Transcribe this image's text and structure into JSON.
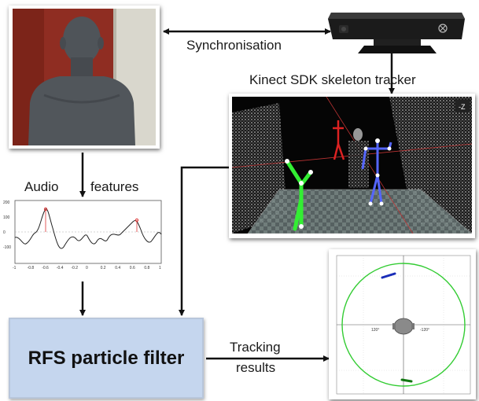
{
  "labels": {
    "synchronisation": "Synchronisation",
    "kinect": "Kinect SDK skeleton tracker",
    "audio": "Audio",
    "features": "features",
    "rfs": "RFS particle filter",
    "tracking_line1": "Tracking",
    "tracking_line2": "results",
    "axis_tag": "-Z"
  },
  "audio_plot": {
    "x_ticks": [
      "-1",
      "-0.8",
      "-0.6",
      "-0.4",
      "-0.2",
      "0",
      "0.2",
      "0.4",
      "0.6",
      "0.8",
      "1"
    ],
    "y_ticks": [
      "200",
      "100",
      "0",
      "-100"
    ]
  },
  "tracking_plot": {
    "angle_labels": [
      "120°",
      "-120°"
    ]
  },
  "colors": {
    "arrow": "#111111",
    "rfs_fill": "#c5d6ee",
    "circle": "#33cc33"
  }
}
